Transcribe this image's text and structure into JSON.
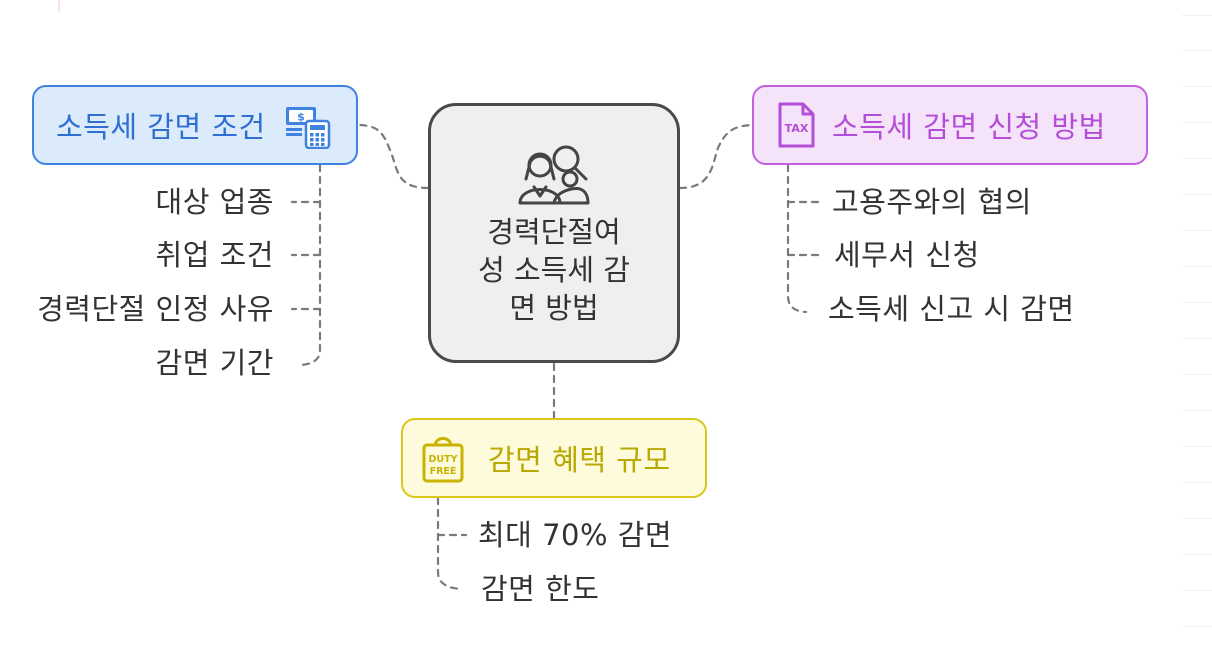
{
  "center": {
    "lines": [
      "경력단절여",
      "성 소득세 감",
      "면 방법"
    ]
  },
  "conditions": {
    "title": "소득세 감면 조건",
    "icon": "cash-calculator-icon",
    "items": [
      "대상 업종",
      "취업 조건",
      "경력단절 인정 사유",
      "감면 기간"
    ]
  },
  "apply": {
    "title": "소득세 감면 신청 방법",
    "icon": "tax-document-icon",
    "items": [
      "고용주와의 협의",
      "세무서 신청",
      "소득세 신고 시 감면"
    ]
  },
  "benefit": {
    "title": "감면 혜택 규모",
    "icon": "duty-free-bag-icon",
    "items": [
      "최대 70% 감면",
      "감면 한도"
    ]
  },
  "colors": {
    "conditions_border": "#3f83e0",
    "conditions_fill": "#dcebfc",
    "apply_border": "#c360e0",
    "apply_fill": "#f5e3fa",
    "benefit_border": "#d9c71b",
    "benefit_fill": "#fdfbdc",
    "center_border": "#4a4a4a",
    "center_fill": "#efefef",
    "connector": "#7a7a7a"
  }
}
